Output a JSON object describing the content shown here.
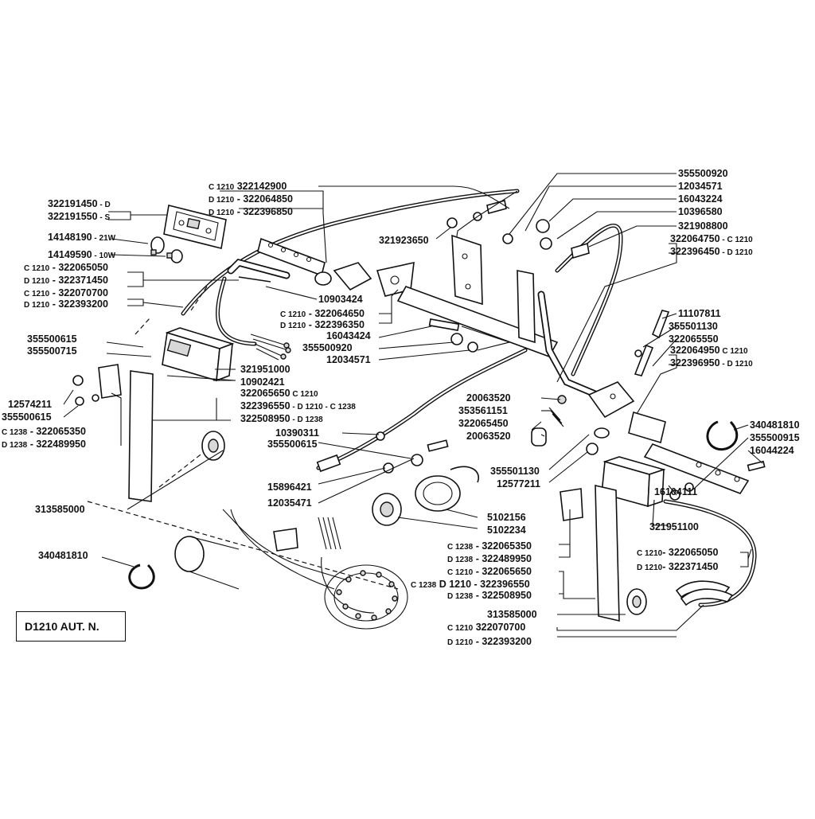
{
  "frame_label": "D1210  AUT. N.",
  "labels": [
    {
      "id": "l1",
      "parts": [
        {
          "t": "322191450",
          "c": "lbl"
        },
        {
          "t": " - D",
          "c": "sm"
        }
      ]
    },
    {
      "id": "l2",
      "parts": [
        {
          "t": "322191550",
          "c": "lbl"
        },
        {
          "t": " - S",
          "c": "sm"
        }
      ]
    },
    {
      "id": "l3",
      "parts": [
        {
          "t": "14148190",
          "c": "lbl"
        },
        {
          "t": " - 21W",
          "c": "sm"
        }
      ]
    },
    {
      "id": "l4",
      "parts": [
        {
          "t": "14149590",
          "c": "lbl"
        },
        {
          "t": " - 10W",
          "c": "sm"
        }
      ]
    },
    {
      "id": "l5",
      "parts": [
        {
          "t": "C 1210",
          "c": "sm"
        },
        {
          "t": " - 322065050",
          "c": "lbl"
        }
      ]
    },
    {
      "id": "l6",
      "parts": [
        {
          "t": "D 1210",
          "c": "sm"
        },
        {
          "t": " - 322371450",
          "c": "lbl"
        }
      ]
    },
    {
      "id": "l7",
      "parts": [
        {
          "t": "C 1210",
          "c": "sm"
        },
        {
          "t": " - 322070700",
          "c": "lbl"
        }
      ]
    },
    {
      "id": "l8",
      "parts": [
        {
          "t": "D 1210",
          "c": "sm"
        },
        {
          "t": " - 322393200",
          "c": "lbl"
        }
      ]
    },
    {
      "id": "l9",
      "parts": [
        {
          "t": "355500615",
          "c": "lbl"
        }
      ]
    },
    {
      "id": "l10",
      "parts": [
        {
          "t": "355500715",
          "c": "lbl"
        }
      ]
    },
    {
      "id": "l11",
      "parts": [
        {
          "t": "12574211",
          "c": "lbl"
        }
      ]
    },
    {
      "id": "l12",
      "parts": [
        {
          "t": "355500615",
          "c": "lbl"
        }
      ]
    },
    {
      "id": "l13",
      "parts": [
        {
          "t": "C 1238",
          "c": "sm"
        },
        {
          "t": " - 322065350",
          "c": "lbl"
        }
      ]
    },
    {
      "id": "l14",
      "parts": [
        {
          "t": "D 1238",
          "c": "sm"
        },
        {
          "t": " - 322489950",
          "c": "lbl"
        }
      ]
    },
    {
      "id": "l15",
      "parts": [
        {
          "t": "313585000",
          "c": "lbl"
        }
      ]
    },
    {
      "id": "l16",
      "parts": [
        {
          "t": "340481810",
          "c": "lbl"
        }
      ]
    },
    {
      "id": "l17",
      "parts": [
        {
          "t": "C 1210",
          "c": "sm"
        },
        {
          "t": "  322142900",
          "c": "lbl"
        }
      ]
    },
    {
      "id": "l18",
      "parts": [
        {
          "t": "D 1210",
          "c": "sm"
        },
        {
          "t": " - 322064850",
          "c": "lbl"
        }
      ]
    },
    {
      "id": "l19",
      "parts": [
        {
          "t": "D 1210",
          "c": "sm"
        },
        {
          "t": " - 322396850",
          "c": "lbl"
        }
      ]
    },
    {
      "id": "l20",
      "parts": [
        {
          "t": "321923650",
          "c": "lbl"
        }
      ]
    },
    {
      "id": "l21",
      "parts": [
        {
          "t": "10903424",
          "c": "lbl"
        }
      ]
    },
    {
      "id": "l22",
      "parts": [
        {
          "t": "C 1210",
          "c": "sm"
        },
        {
          "t": " - 322064650",
          "c": "lbl"
        }
      ]
    },
    {
      "id": "l23",
      "parts": [
        {
          "t": "D 1210",
          "c": "sm"
        },
        {
          "t": " - 322396350",
          "c": "lbl"
        }
      ]
    },
    {
      "id": "l24",
      "parts": [
        {
          "t": "16043424",
          "c": "lbl"
        }
      ]
    },
    {
      "id": "l25",
      "parts": [
        {
          "t": "355500920",
          "c": "lbl"
        }
      ]
    },
    {
      "id": "l26",
      "parts": [
        {
          "t": "12034571",
          "c": "lbl"
        }
      ]
    },
    {
      "id": "l27",
      "parts": [
        {
          "t": "321951000",
          "c": "lbl"
        }
      ]
    },
    {
      "id": "l28",
      "parts": [
        {
          "t": "10902421",
          "c": "lbl"
        }
      ]
    },
    {
      "id": "l29",
      "parts": [
        {
          "t": "322065650",
          "c": "lbl"
        },
        {
          "t": "   C 1210",
          "c": "sm"
        }
      ]
    },
    {
      "id": "l30",
      "parts": [
        {
          "t": "322396550",
          "c": "lbl"
        },
        {
          "t": "  - D 1210 - C 1238",
          "c": "sm"
        }
      ]
    },
    {
      "id": "l31",
      "parts": [
        {
          "t": "322508950",
          "c": "lbl"
        },
        {
          "t": "  - D 1238",
          "c": "sm"
        }
      ]
    },
    {
      "id": "l32",
      "parts": [
        {
          "t": "10390311",
          "c": "lbl"
        }
      ]
    },
    {
      "id": "l33",
      "parts": [
        {
          "t": "355500615",
          "c": "lbl"
        }
      ]
    },
    {
      "id": "l34",
      "parts": [
        {
          "t": "15896421",
          "c": "lbl"
        }
      ]
    },
    {
      "id": "l35",
      "parts": [
        {
          "t": "12035471",
          "c": "lbl"
        }
      ]
    },
    {
      "id": "l36",
      "parts": [
        {
          "t": "5102156",
          "c": "lbl"
        }
      ]
    },
    {
      "id": "l37",
      "parts": [
        {
          "t": "5102234",
          "c": "lbl"
        }
      ]
    },
    {
      "id": "l38",
      "parts": [
        {
          "t": "20063520",
          "c": "lbl"
        }
      ]
    },
    {
      "id": "l39",
      "parts": [
        {
          "t": "353561151",
          "c": "lbl"
        }
      ]
    },
    {
      "id": "l40",
      "parts": [
        {
          "t": "322065450",
          "c": "lbl"
        }
      ]
    },
    {
      "id": "l41",
      "parts": [
        {
          "t": "20063520",
          "c": "lbl"
        }
      ]
    },
    {
      "id": "l42",
      "parts": [
        {
          "t": "355501130",
          "c": "lbl"
        }
      ]
    },
    {
      "id": "l43",
      "parts": [
        {
          "t": "12577211",
          "c": "lbl"
        }
      ]
    },
    {
      "id": "l44",
      "parts": [
        {
          "t": "355500920",
          "c": "lbl"
        }
      ]
    },
    {
      "id": "l45",
      "parts": [
        {
          "t": "12034571",
          "c": "lbl"
        }
      ]
    },
    {
      "id": "l46",
      "parts": [
        {
          "t": "16043224",
          "c": "lbl"
        }
      ]
    },
    {
      "id": "l47",
      "parts": [
        {
          "t": "10396580",
          "c": "lbl"
        }
      ]
    },
    {
      "id": "l48",
      "parts": [
        {
          "t": "321908800",
          "c": "lbl"
        }
      ]
    },
    {
      "id": "l49",
      "parts": [
        {
          "t": "322064750",
          "c": "lbl"
        },
        {
          "t": " - C 1210",
          "c": "sm"
        }
      ]
    },
    {
      "id": "l50",
      "parts": [
        {
          "t": "322396450",
          "c": "lbl"
        },
        {
          "t": " - D 1210",
          "c": "sm"
        }
      ]
    },
    {
      "id": "l51",
      "parts": [
        {
          "t": "11107811",
          "c": "lbl"
        }
      ]
    },
    {
      "id": "l52",
      "parts": [
        {
          "t": "355501130",
          "c": "lbl"
        }
      ]
    },
    {
      "id": "l53",
      "parts": [
        {
          "t": "322065550",
          "c": "lbl"
        }
      ]
    },
    {
      "id": "l54",
      "parts": [
        {
          "t": "322064950",
          "c": "lbl"
        },
        {
          "t": "  C 1210",
          "c": "sm"
        }
      ]
    },
    {
      "id": "l55",
      "parts": [
        {
          "t": "322396950",
          "c": "lbl"
        },
        {
          "t": " - D 1210",
          "c": "sm"
        }
      ]
    },
    {
      "id": "l56",
      "parts": [
        {
          "t": "340481810",
          "c": "lbl"
        }
      ]
    },
    {
      "id": "l57",
      "parts": [
        {
          "t": "355500915",
          "c": "lbl"
        }
      ]
    },
    {
      "id": "l58",
      "parts": [
        {
          "t": "16044224",
          "c": "lbl"
        }
      ]
    },
    {
      "id": "l59",
      "parts": [
        {
          "t": "16104111",
          "c": "lbl"
        }
      ]
    },
    {
      "id": "l60",
      "parts": [
        {
          "t": "321951100",
          "c": "lbl"
        }
      ]
    },
    {
      "id": "l61",
      "parts": [
        {
          "t": "C 1210",
          "c": "sm"
        },
        {
          "t": "- 322065050",
          "c": "lbl"
        }
      ]
    },
    {
      "id": "l62",
      "parts": [
        {
          "t": "D 1210",
          "c": "sm"
        },
        {
          "t": "- 322371450",
          "c": "lbl"
        }
      ]
    },
    {
      "id": "l63",
      "parts": [
        {
          "t": "C 1238",
          "c": "sm"
        },
        {
          "t": " - 322065350",
          "c": "lbl"
        }
      ]
    },
    {
      "id": "l64",
      "parts": [
        {
          "t": "D 1238",
          "c": "sm"
        },
        {
          "t": " - 322489950",
          "c": "lbl"
        }
      ]
    },
    {
      "id": "l65",
      "parts": [
        {
          "t": "C 1210",
          "c": "sm"
        },
        {
          "t": " - 322065650",
          "c": "lbl"
        }
      ]
    },
    {
      "id": "l66",
      "parts": [
        {
          "t": "C 1238",
          "c": "sm"
        },
        {
          "t": "  D 1210 - 322396550",
          "c": "lbl"
        }
      ]
    },
    {
      "id": "l67",
      "parts": [
        {
          "t": "D 1238",
          "c": "sm"
        },
        {
          "t": " - 322508950",
          "c": "lbl"
        }
      ]
    },
    {
      "id": "l68",
      "parts": [
        {
          "t": "313585000",
          "c": "lbl"
        }
      ]
    },
    {
      "id": "l69",
      "parts": [
        {
          "t": "C 1210",
          "c": "sm"
        },
        {
          "t": "    322070700",
          "c": "lbl"
        }
      ]
    },
    {
      "id": "l70",
      "parts": [
        {
          "t": "D 1210",
          "c": "sm"
        },
        {
          "t": " - 322393200",
          "c": "lbl"
        }
      ]
    }
  ]
}
